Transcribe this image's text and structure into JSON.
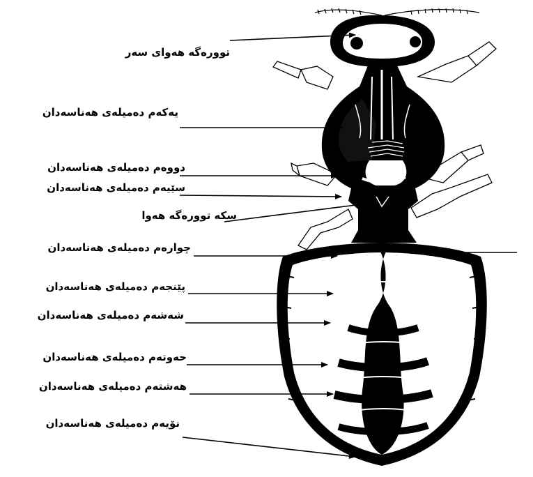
{
  "labels": {
    "head_air_sac": "توورەگە هەوای سەر",
    "spiracle_1": "یەکەم دەمیلەی هەناسەدان",
    "spiracle_2": "دووەم دەمیلەی هەناسەدان",
    "spiracle_3": "سێیەم دەمیلەی هەناسەدان",
    "air_sac_pouch": "سکە توورەگە هەوا",
    "spiracle_4": "چوارەم دەمیلەی هەناسەدان",
    "spiracle_5": "پێنجەم دەمیلەی هەناسەدان",
    "spiracle_6": "شەشەم دەمیلەی هەناسەدان",
    "spiracle_7": "حەوتەم دەمیلەی هەناسەدان",
    "spiracle_8": "هەشتەم دەمیلەی هەناسەدان",
    "spiracle_9": "نۆیەم دەمیلەی هەناسەدان"
  },
  "colors": {
    "ink": "#000000",
    "paper": "#ffffff",
    "highlight": "#f2f2f2"
  }
}
